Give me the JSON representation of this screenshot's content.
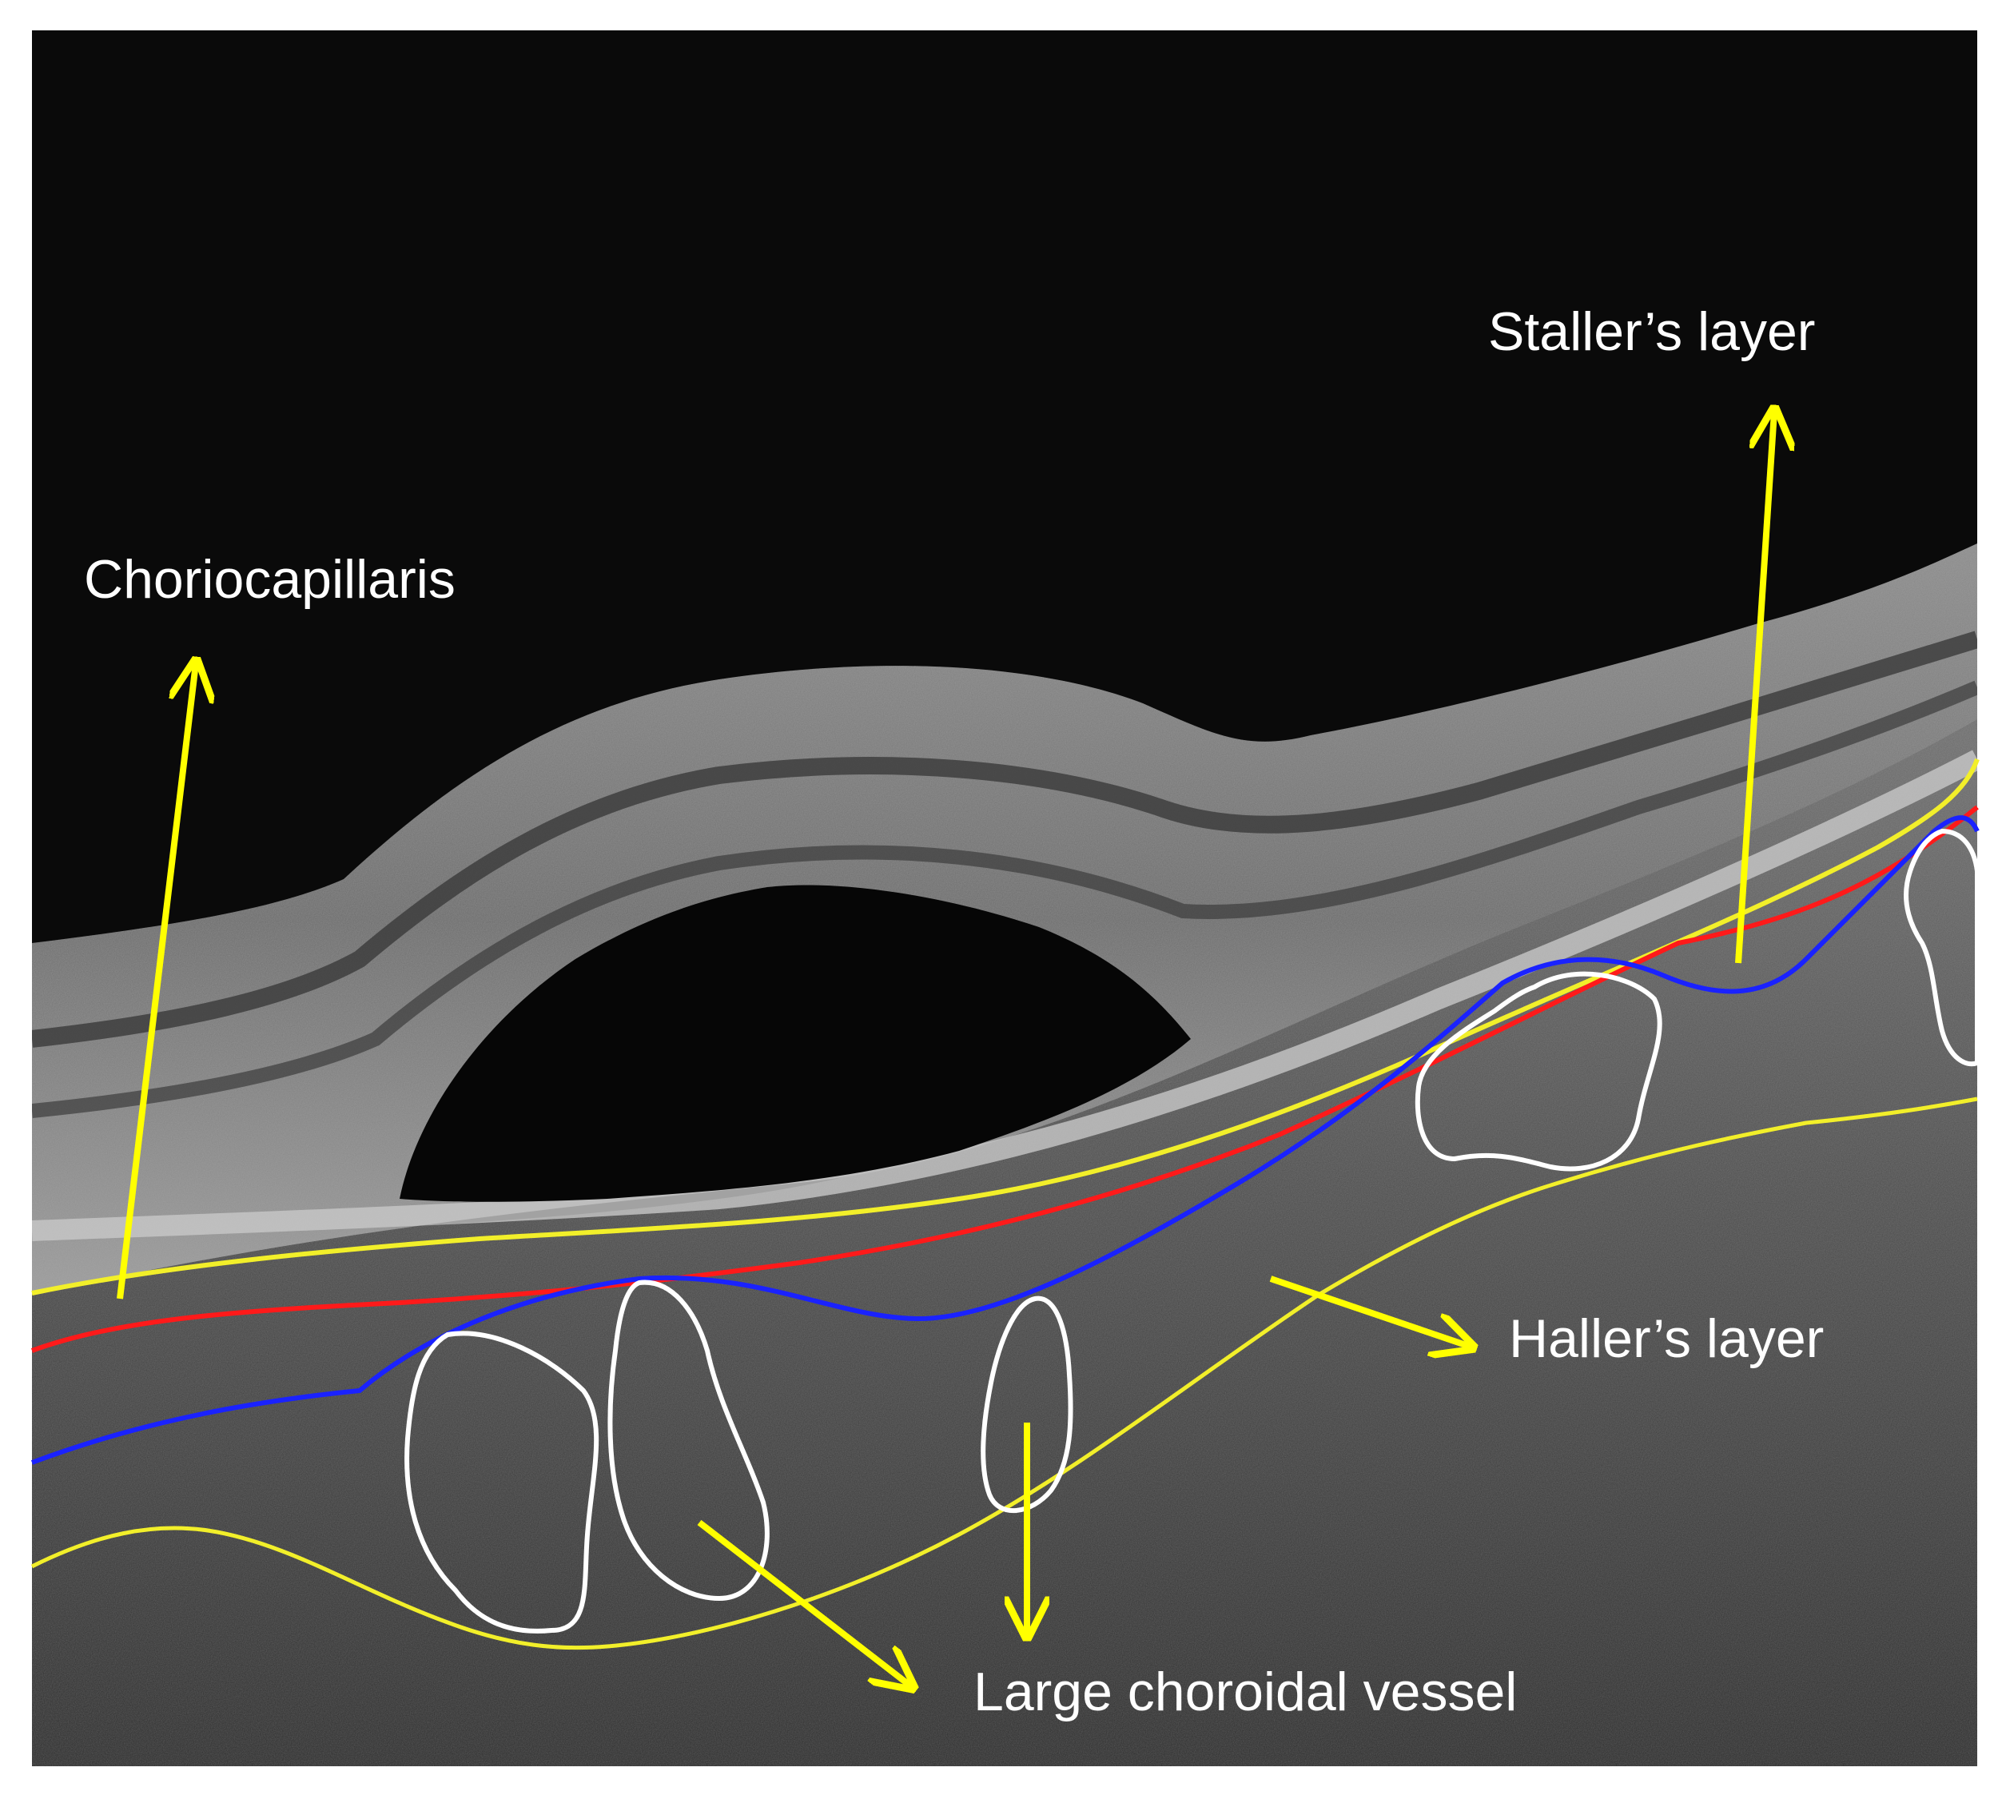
{
  "figure": {
    "labels": {
      "choriocapillaris": "Choriocapillaris",
      "sattlers_layer": "Staller’s layer",
      "hallers_layer": "Haller’s layer",
      "large_choroidal_vessel": "Large choroidal vessel"
    },
    "colors": {
      "background": "#ffffff",
      "scan_background": "#0a0a0a",
      "arrow": "#ffff00",
      "boundary_yellow": "#f2ef2a",
      "boundary_red": "#ff1a1a",
      "boundary_blue": "#1a22ff",
      "vessel_outline": "#ffffff",
      "label_text": "#ffffff"
    }
  }
}
